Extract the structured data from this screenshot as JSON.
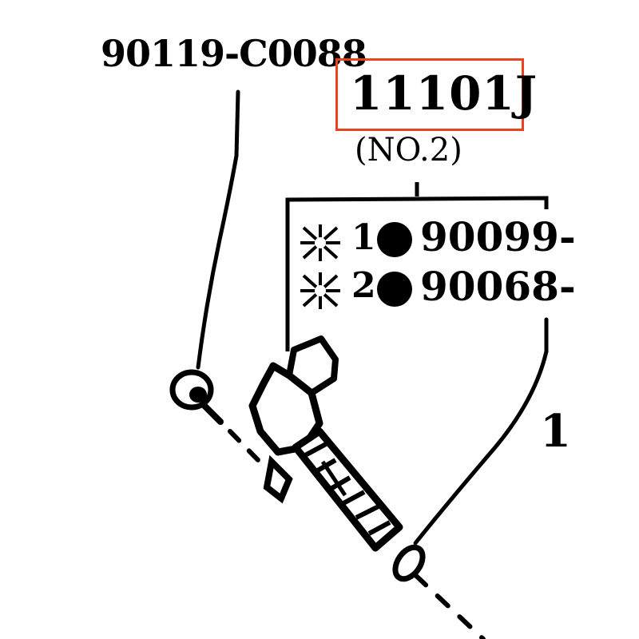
{
  "diagram": {
    "part_label_top": "90119-C0088",
    "highlight": {
      "ref_code": "11101J",
      "sub_label": "(NO.2)",
      "border_color": "#e8421f"
    },
    "rows": [
      {
        "marker": "※",
        "num": "1",
        "code": "90099-"
      },
      {
        "marker": "※",
        "num": "2",
        "code": "90068-"
      }
    ],
    "side_number": "1"
  }
}
